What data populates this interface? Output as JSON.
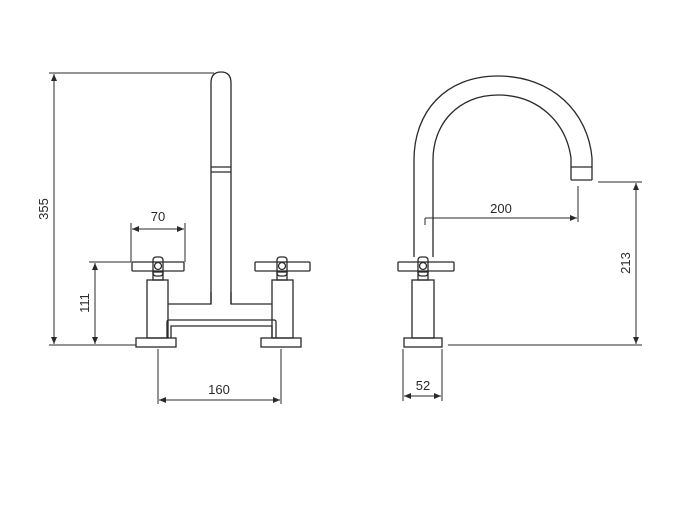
{
  "dimensions": {
    "total_height": "355",
    "handle_span": "70",
    "handle_height": "111",
    "center_spacing": "160",
    "spout_reach": "200",
    "spout_height": "213",
    "base_diameter": "52"
  }
}
